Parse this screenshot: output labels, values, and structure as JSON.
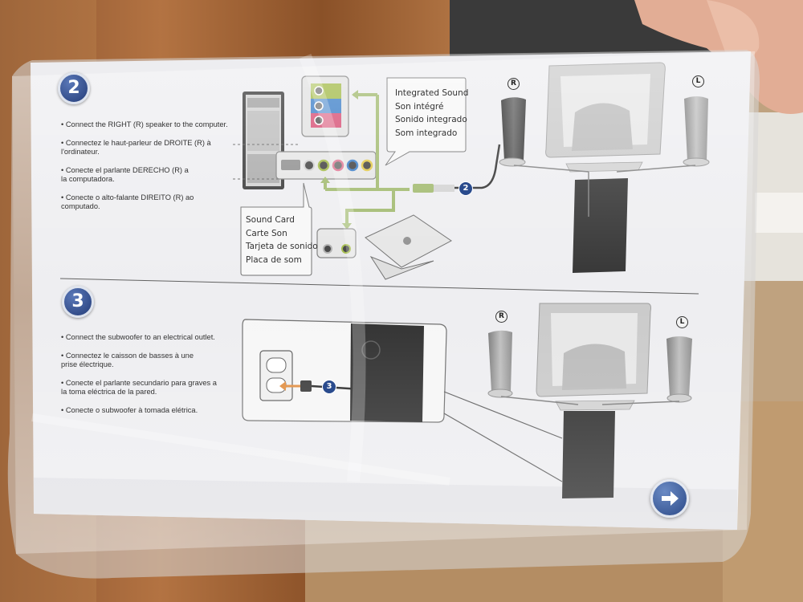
{
  "step2": {
    "number": "2",
    "bullets": [
      "• Connect the RIGHT (R) speaker to the computer.",
      "• Connectez le haut-parleur de DROITE (R) à l'ordinateur.",
      "• Conecte el parlante DERECHO (R) a la computadora.",
      "• Conecte o alto-falante DIREITO (R) ao computado."
    ],
    "integrated_sound": [
      "Integrated Sound",
      "Son intégré",
      "Sonido integrado",
      "Som integrado"
    ],
    "sound_card": [
      "Sound Card",
      "Carte Son",
      "Tarjeta de sonido",
      "Placa de som"
    ],
    "badge": "2"
  },
  "step3": {
    "number": "3",
    "bullets": [
      "• Connect the subwoofer to an electrical outlet.",
      "• Connectez le caisson de basses à une prise électrique.",
      "• Conecte el parlante secundario para graves a la toma eléctrica de la pared.",
      "• Conecte o subwoofer à tomada elétrica."
    ],
    "badge": "3"
  },
  "speaker_marks": {
    "right": "R",
    "left": "L"
  },
  "icons": {
    "next": "arrow-right-icon",
    "mic": "microphone-icon",
    "headphone": "headphone-icon"
  },
  "colors": {
    "step_blue": "#2a4b8d",
    "green_jack": "#8fae3a",
    "cable_green": "#9bb565",
    "wood": "#a0663a",
    "card": "#ececef"
  }
}
